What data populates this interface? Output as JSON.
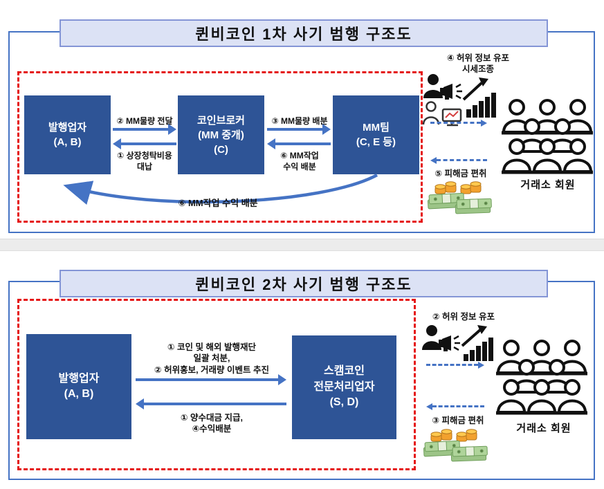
{
  "colors": {
    "frame_blue": "#4573C4",
    "box_blue": "#2E5496",
    "title_fill": "#DCE2F5",
    "dashed_red": "#E51414",
    "arrow_blue": "#4573C4",
    "money_green": "#A9D18E",
    "coin_gold": "#F2A12E"
  },
  "icons": {
    "promote": "megaphone-person-icon",
    "chart": "rising-bar-chart-icon",
    "trader": "person-computer-icon",
    "crowd": "crowd-icon",
    "money": "cash-stacks-coins-icon"
  },
  "d1": {
    "title": "퀸비코인 1차 사기 범행 구조도",
    "box_issuer": "발행업자\n(A, B)",
    "box_broker": "코인브로커\n(MM 중개)\n(C)",
    "box_mmteam": "MM팀\n(C, E 등)",
    "lbl_mm_supply": "② MM물량 전달",
    "lbl_listing_cost": "① 상장청탁비용\n대납",
    "lbl_mm_alloc": "③ MM물량 배분",
    "lbl_profit_share_small": "⑥ MM작업\n수익 배분",
    "lbl_profit_share_curve": "⑥ MM작업 수익 배분",
    "lbl_false_info": "④ 허위 정보 유포\n시세조종",
    "lbl_seize": "⑤ 피해금 편취",
    "lbl_crowd": "거래소 회원"
  },
  "d2": {
    "title": "퀸비코인 2차 사기 범행 구조도",
    "box_issuer": "발행업자\n(A, B)",
    "box_scam": "스캠코인\n전문처리업자\n(S, D)",
    "lbl_forward": "① 코인 및 해외 발행재단\n일괄 처분,\n② 허위홍보, 거래량 이벤트 추진",
    "lbl_backward": "① 양수대금 지급,\n④수익배분",
    "lbl_false_info": "② 허위 정보 유포",
    "lbl_seize": "③ 피해금 편취",
    "lbl_crowd": "거래소 회원"
  }
}
